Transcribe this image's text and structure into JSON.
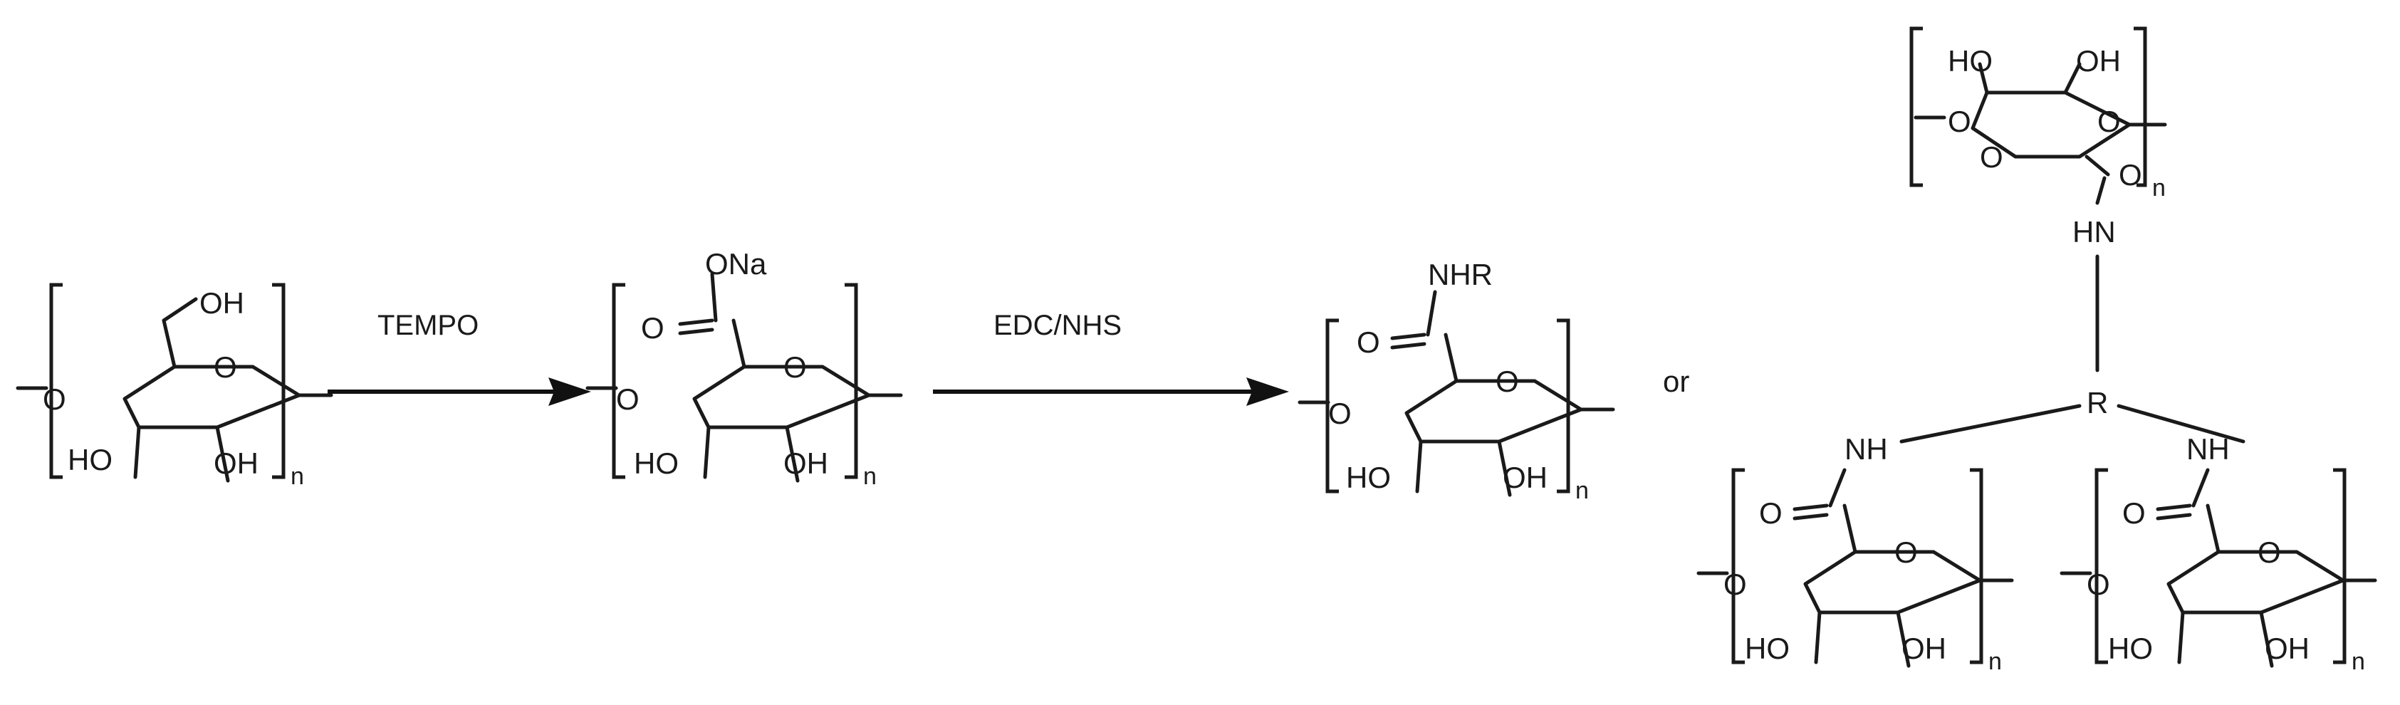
{
  "arrows": [
    {
      "reagent": "TEMPO"
    },
    {
      "reagent": "EDC/NHS"
    }
  ],
  "connector": "or",
  "atoms": {
    "OH": "OH",
    "HO": "HO",
    "O": "O",
    "ONa": "ONa",
    "NHR": "NHR",
    "HN": "HN",
    "NH": "NH",
    "R": "R",
    "n": "n"
  }
}
